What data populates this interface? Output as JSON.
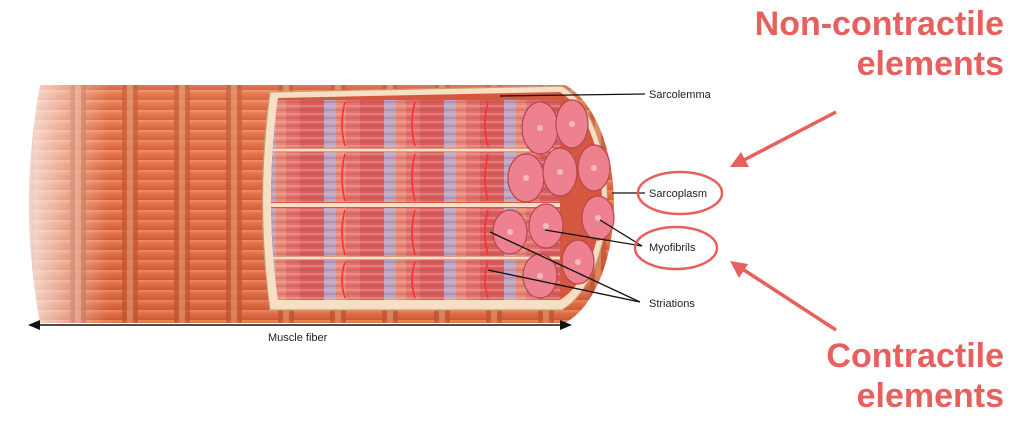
{
  "diagram": {
    "labels": {
      "sarcolemma": "Sarcolemma",
      "sarcoplasm": "Sarcoplasm",
      "myofibrils": "Myofibrils",
      "striations": "Striations",
      "muscle_fiber": "Muscle fiber"
    }
  },
  "annotations": {
    "non_contractile": {
      "line1": "Non-contractile",
      "line2": "elements"
    },
    "contractile": {
      "line1": "Contractile",
      "line2": "elements"
    }
  },
  "colors": {
    "annotation": "#e8605d",
    "fiber": "#e46f48",
    "band_dark": "#b9512e",
    "sarcoplasm": "#f7dfc4",
    "myofibril_end": "#ee8190"
  }
}
